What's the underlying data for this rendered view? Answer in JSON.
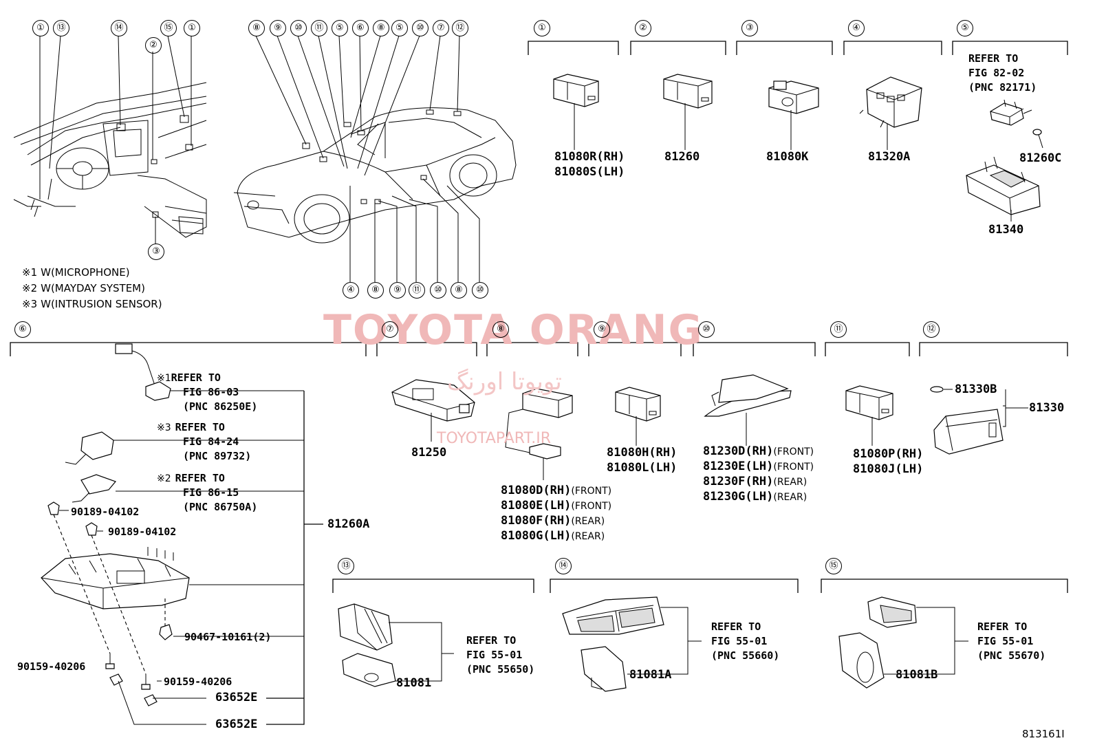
{
  "footnotes": [
    {
      "mark": "※1",
      "text": "W(MICROPHONE)"
    },
    {
      "mark": "※2",
      "text": "W(MAYDAY SYSTEM)"
    },
    {
      "mark": "※3",
      "text": "W(INTRUSION SENSOR)"
    }
  ],
  "callouts": {
    "interior": [
      "①",
      "⑬",
      "⑭",
      "⑮",
      "①",
      "②",
      "③"
    ],
    "exterior_top": [
      "⑧",
      "⑨",
      "⑩",
      "⑪",
      "⑤",
      "⑥",
      "⑧",
      "⑤",
      "⑩",
      "⑦",
      "⑫"
    ],
    "exterior_bottom": [
      "④",
      "⑧",
      "⑨",
      "⑪",
      "⑩",
      "⑧",
      "⑩"
    ]
  },
  "groups": {
    "g1": {
      "callout": "①",
      "parts": [
        "81080R(RH)",
        "81080S(LH)"
      ]
    },
    "g2": {
      "callout": "②",
      "parts": [
        "81260"
      ]
    },
    "g3": {
      "callout": "③",
      "parts": [
        "81080K"
      ]
    },
    "g4": {
      "callout": "④",
      "parts": [
        "81320A"
      ]
    },
    "g5": {
      "callout": "⑤",
      "refer": [
        "REFER TO",
        "FIG 82-02",
        "(PNC 82171)"
      ],
      "parts": [
        "81260C",
        "81340"
      ]
    },
    "g6": {
      "callout": "⑥",
      "refs": [
        {
          "mark": "※1",
          "lines": [
            "REFER TO",
            "FIG 86-03",
            "(PNC 86250E)"
          ]
        },
        {
          "mark": "※3",
          "lines": [
            "REFER TO",
            "FIG 84-24",
            "(PNC 89732)"
          ]
        },
        {
          "mark": "※2",
          "lines": [
            "REFER TO",
            "FIG 86-15",
            "(PNC 86750A)"
          ]
        }
      ],
      "assembly": "81260A",
      "parts": [
        "90189-04102",
        "90189-04102",
        "90467-10161(2)",
        "90159-40206",
        "90159-40206",
        "63652E",
        "63652E"
      ]
    },
    "g7": {
      "callout": "⑦",
      "parts": [
        "81250"
      ]
    },
    "g8": {
      "callout": "⑧",
      "parts": [
        {
          "pn": "81080D(RH)",
          "pos": "(FRONT)"
        },
        {
          "pn": "81080E(LH)",
          "pos": "(FRONT)"
        },
        {
          "pn": "81080F(RH)",
          "pos": "(REAR)"
        },
        {
          "pn": "81080G(LH)",
          "pos": "(REAR)"
        }
      ]
    },
    "g9": {
      "callout": "⑨",
      "parts": [
        "81080H(RH)",
        "81080L(LH)"
      ]
    },
    "g10": {
      "callout": "⑩",
      "parts": [
        {
          "pn": "81230D(RH)",
          "pos": "(FRONT)"
        },
        {
          "pn": "81230E(LH)",
          "pos": "(FRONT)"
        },
        {
          "pn": "81230F(RH)",
          "pos": "(REAR)"
        },
        {
          "pn": "81230G(LH)",
          "pos": "(REAR)"
        }
      ]
    },
    "g11": {
      "callout": "⑪",
      "parts": [
        "81080P(RH)",
        "81080J(LH)"
      ]
    },
    "g12": {
      "callout": "⑫",
      "parts": [
        "81330B",
        "81330"
      ]
    },
    "g13": {
      "callout": "⑬",
      "parts": [
        "81081"
      ],
      "refer": [
        "REFER TO",
        "FIG 55-01",
        "(PNC 55650)"
      ]
    },
    "g14": {
      "callout": "⑭",
      "parts": [
        "81081A"
      ],
      "refer": [
        "REFER TO",
        "FIG 55-01",
        "(PNC 55660)"
      ]
    },
    "g15": {
      "callout": "⑮",
      "parts": [
        "81081B"
      ],
      "refer": [
        "REFER TO",
        "FIG 55-01",
        "(PNC 55670)"
      ]
    }
  },
  "watermark": {
    "main": "TOYOTA ORANG",
    "persian": "تویوتا اورنگ",
    "site": "TOYOTAPART.IR"
  },
  "figure_code": "813161I"
}
